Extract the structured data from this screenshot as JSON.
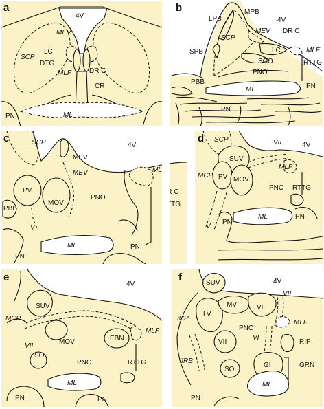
{
  "panels": {
    "a": {
      "letter": "a",
      "labels": {
        "v4": "4V",
        "mev": "MEV",
        "scp": "SCP",
        "lc": "LC",
        "dtg": "DTG",
        "mlf": "MLF",
        "drc": "DR C",
        "cr": "CR",
        "pn": "PN",
        "ml": "ML"
      }
    },
    "b": {
      "letter": "b",
      "labels": {
        "lpb": "LPB",
        "mpb": "MPB",
        "v4": "4V",
        "scp": "SCP",
        "mev": "MEV",
        "drc": "DR C",
        "spb": "SPB",
        "lc": "LC",
        "mlf": "MLF",
        "sco": "SCO",
        "rttg": "RTTG",
        "pno": "PNO",
        "pbb": "PBB",
        "ml": "ML",
        "pn_r": "PN",
        "pn_b": "PN"
      }
    },
    "c": {
      "letter": "c",
      "labels": {
        "scp": "SCP",
        "v4": "4V",
        "mlf": "MLF",
        "mev_up": "MEV",
        "mev_lo": "MEV",
        "pv": "PV",
        "mov": "MOV",
        "pno": "PNO",
        "drc": "DR C",
        "rttg": "RTTG",
        "pbb": "PBB",
        "v": "V",
        "ml": "ML",
        "pn_l": "PN",
        "pn_r": "PN"
      }
    },
    "d": {
      "letter": "d",
      "labels": {
        "scp": "SCP",
        "vii": "VII",
        "v4": "4V",
        "suv": "SUV",
        "mlf": "MLF",
        "mcp": "MCP",
        "pv": "PV",
        "mov": "MOV",
        "pnc": "PNC",
        "rttg": "RTTG",
        "v": "V",
        "pn_l": "PN",
        "ml": "ML",
        "pn_r": "PN"
      }
    },
    "e": {
      "letter": "e",
      "labels": {
        "v4": "4V",
        "suv": "SUV",
        "mcp": "MCP",
        "mlf": "MLF",
        "mov": "MOV",
        "ebn": "EBN",
        "vii": "VII",
        "so": "SO",
        "pnc": "PNC",
        "rttg": "RTTG",
        "ml": "ML",
        "pn_l": "PN",
        "pn_r": "PN"
      }
    },
    "f": {
      "letter": "f",
      "labels": {
        "suv": "SUV",
        "v4": "4V",
        "vii_top": "VII",
        "mv": "MV",
        "icp": "ICP",
        "lv": "LV",
        "vi": "VI",
        "mlf": "MLF",
        "pnc": "PNC",
        "vi_nerve": "VI",
        "vii": "VII",
        "rip": "RIP",
        "jrb": "JRB",
        "so": "SO",
        "gi": "GI",
        "grn": "GRN",
        "ml": "ML",
        "pn": "PN"
      }
    }
  }
}
